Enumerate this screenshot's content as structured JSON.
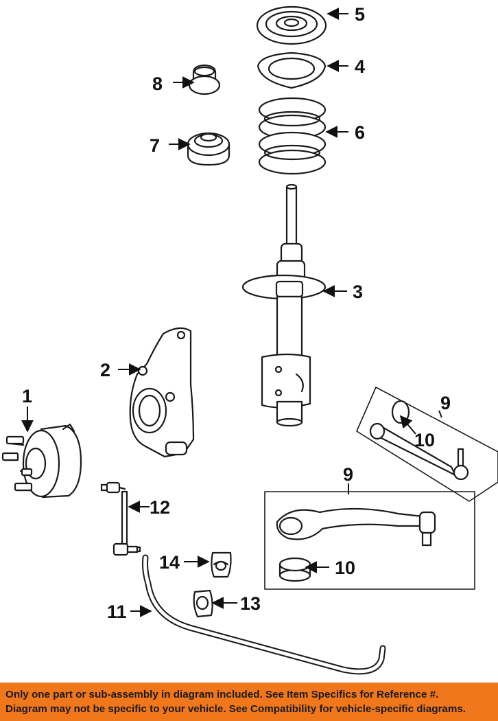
{
  "callouts": {
    "c1": "1",
    "c2": "2",
    "c3": "3",
    "c4": "4",
    "c5": "5",
    "c6": "6",
    "c7": "7",
    "c8": "8",
    "c9a": "9",
    "c9b": "9",
    "c10a": "10",
    "c10b": "10",
    "c11": "11",
    "c12": "12",
    "c13": "13",
    "c14": "14"
  },
  "banner": {
    "line1": "Only one part or sub-assembly in diagram included. See Item Specifics for Reference #.",
    "line2": "Diagram may not be specific to your vehicle. See Compatibility for vehicle-specific diagrams."
  },
  "colors": {
    "banner_bg": "#f0771b",
    "line": "#1a1a1a",
    "part_fill": "#ffffff"
  }
}
